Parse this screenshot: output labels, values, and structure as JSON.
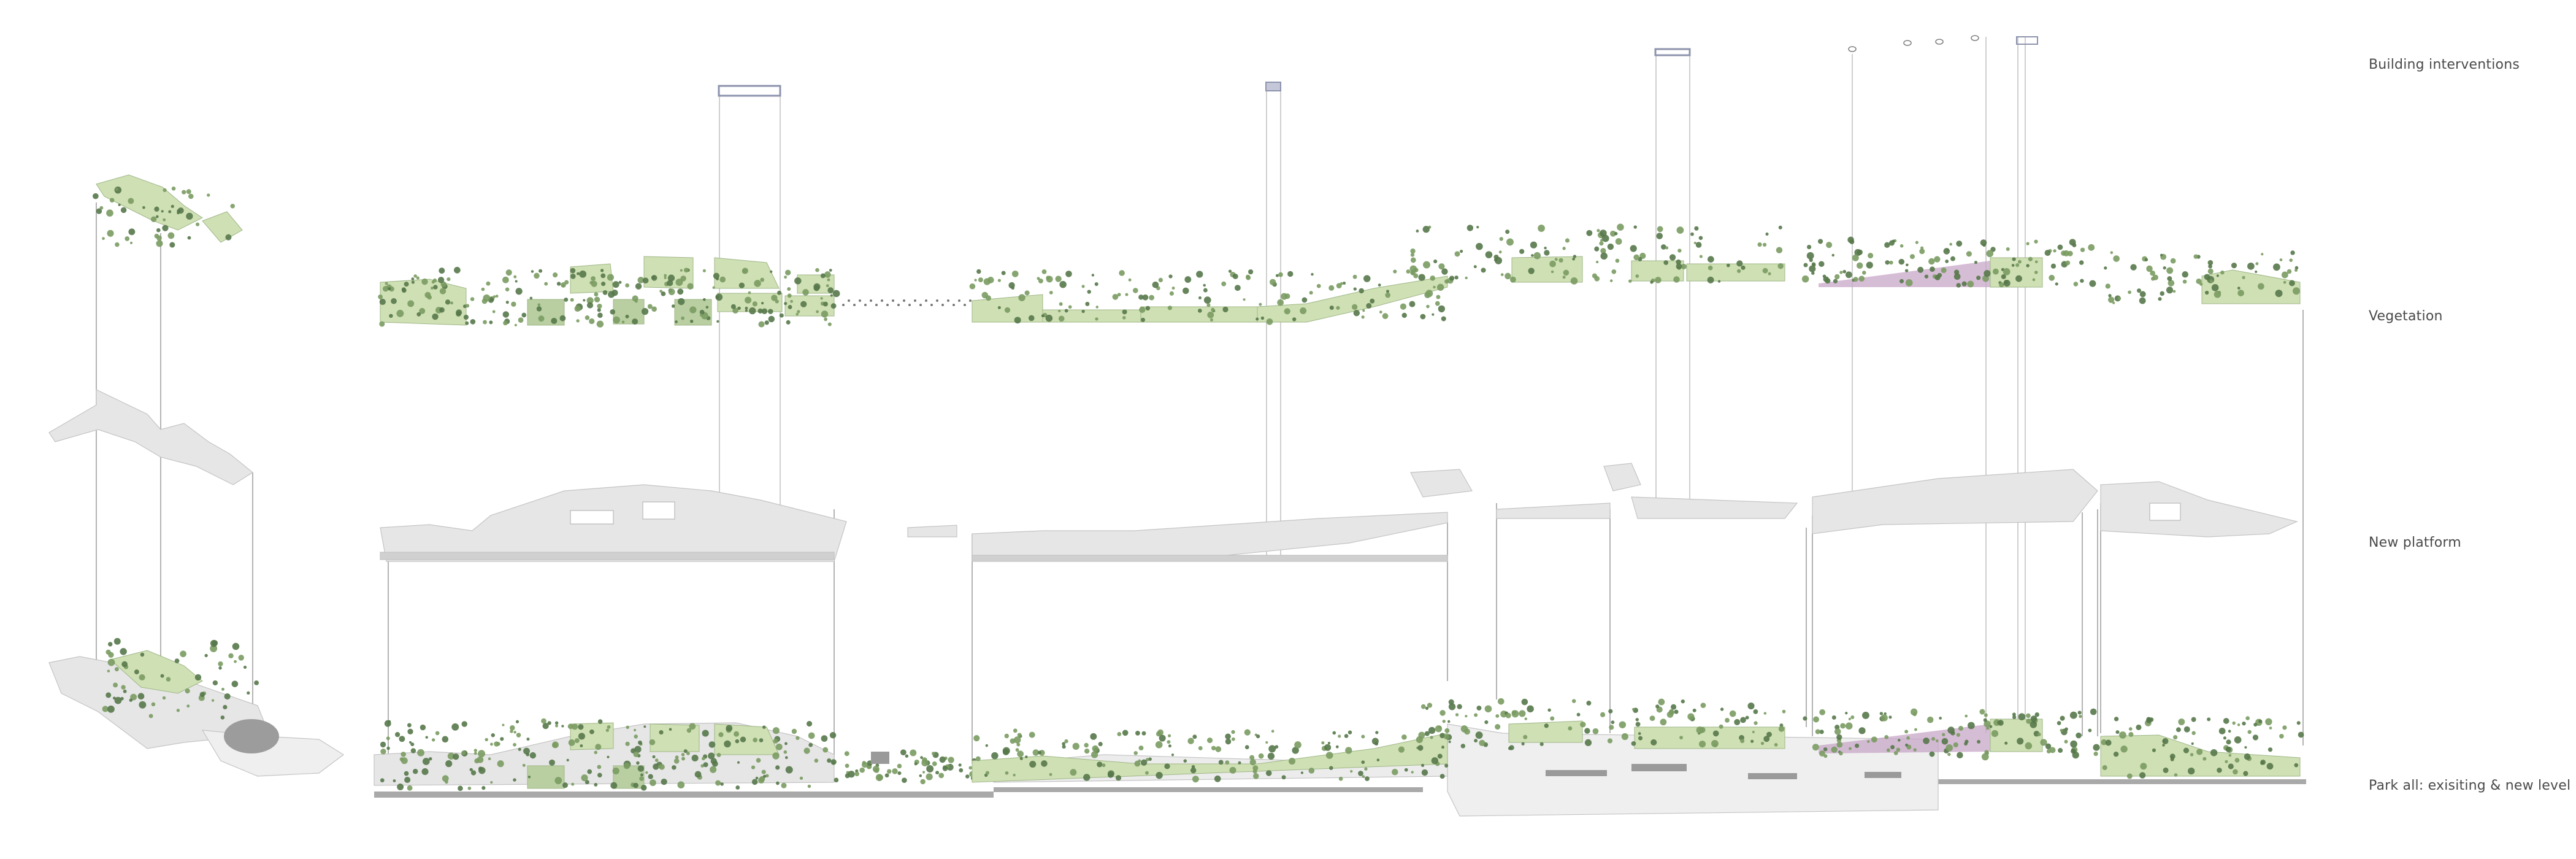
{
  "layers": {
    "building": "Building interventions",
    "vegetation": "Vegetation",
    "platform": "New platform",
    "park": "Park all: exisiting & new level"
  },
  "colors": {
    "background": "#ffffff",
    "platform_fill": "#e6e6e6",
    "platform_stroke": "#c4c4c4",
    "platform_edge": "#b8b8b8",
    "base_dark": "#a9a9a9",
    "vegetation_light": "#cfe0b4",
    "vegetation_mid": "#a9c78e",
    "tree_dark": "#56784a",
    "tree_mid": "#7a9b62",
    "flower_pink": "#c8a7c8",
    "building_frame": "#8d93ad",
    "leader_line": "#9a9a9a",
    "label_text": "#4a4a4a"
  }
}
